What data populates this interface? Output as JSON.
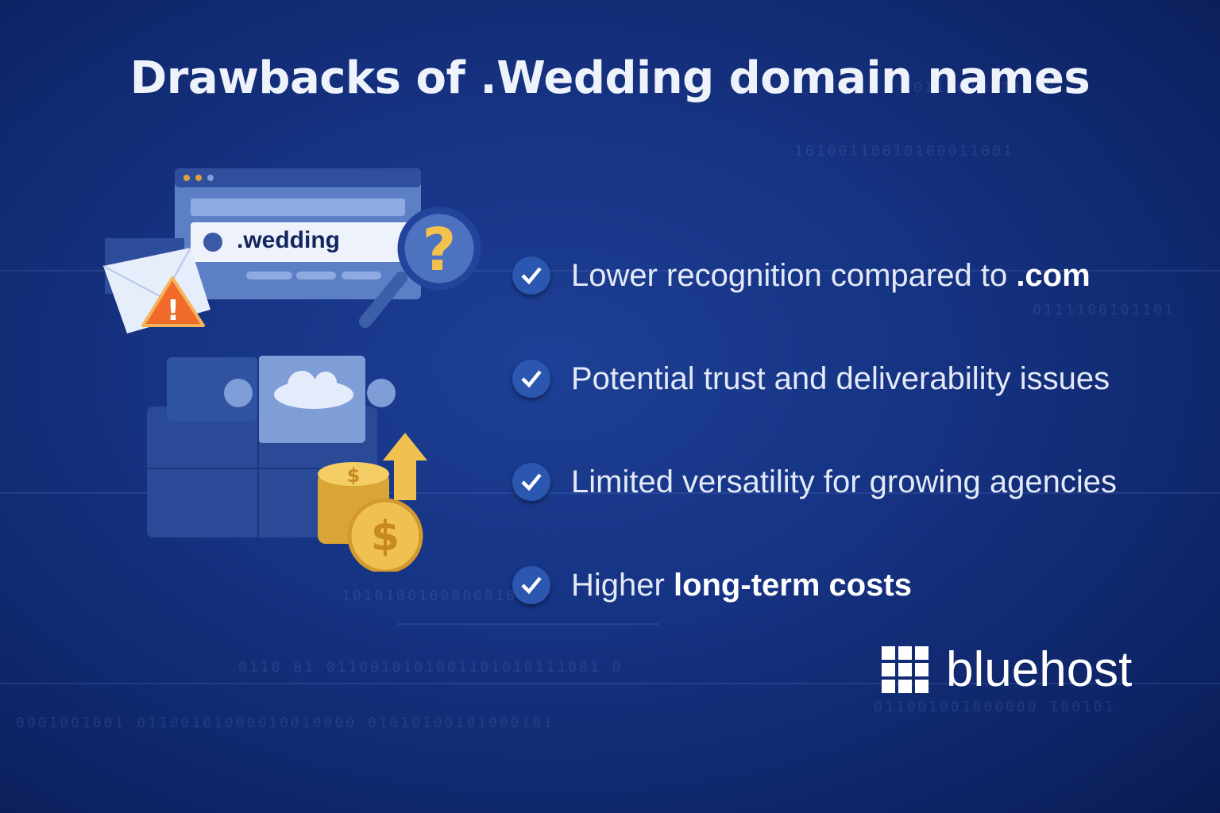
{
  "title": "Drawbacks of .Wedding domain names",
  "illustration": {
    "domain_label": ".wedding",
    "icons": [
      "browser-window-icon",
      "magnifier-question-icon",
      "envelope-warning-icon",
      "puzzle-cloud-icon",
      "coins-up-arrow-icon"
    ]
  },
  "items": [
    {
      "text": "Lower recognition compared to ",
      "bold": ".com"
    },
    {
      "text": "Potential trust and deliverability issues",
      "bold": ""
    },
    {
      "text": "Limited versatility for growing agencies",
      "bold": ""
    },
    {
      "text": "Higher ",
      "bold": "long-term costs"
    }
  ],
  "brand": {
    "name": "bluehost"
  },
  "colors": {
    "background": "#163383",
    "accent": "#2c57b0",
    "gold": "#f0c050",
    "warning": "#f06a2a"
  }
}
